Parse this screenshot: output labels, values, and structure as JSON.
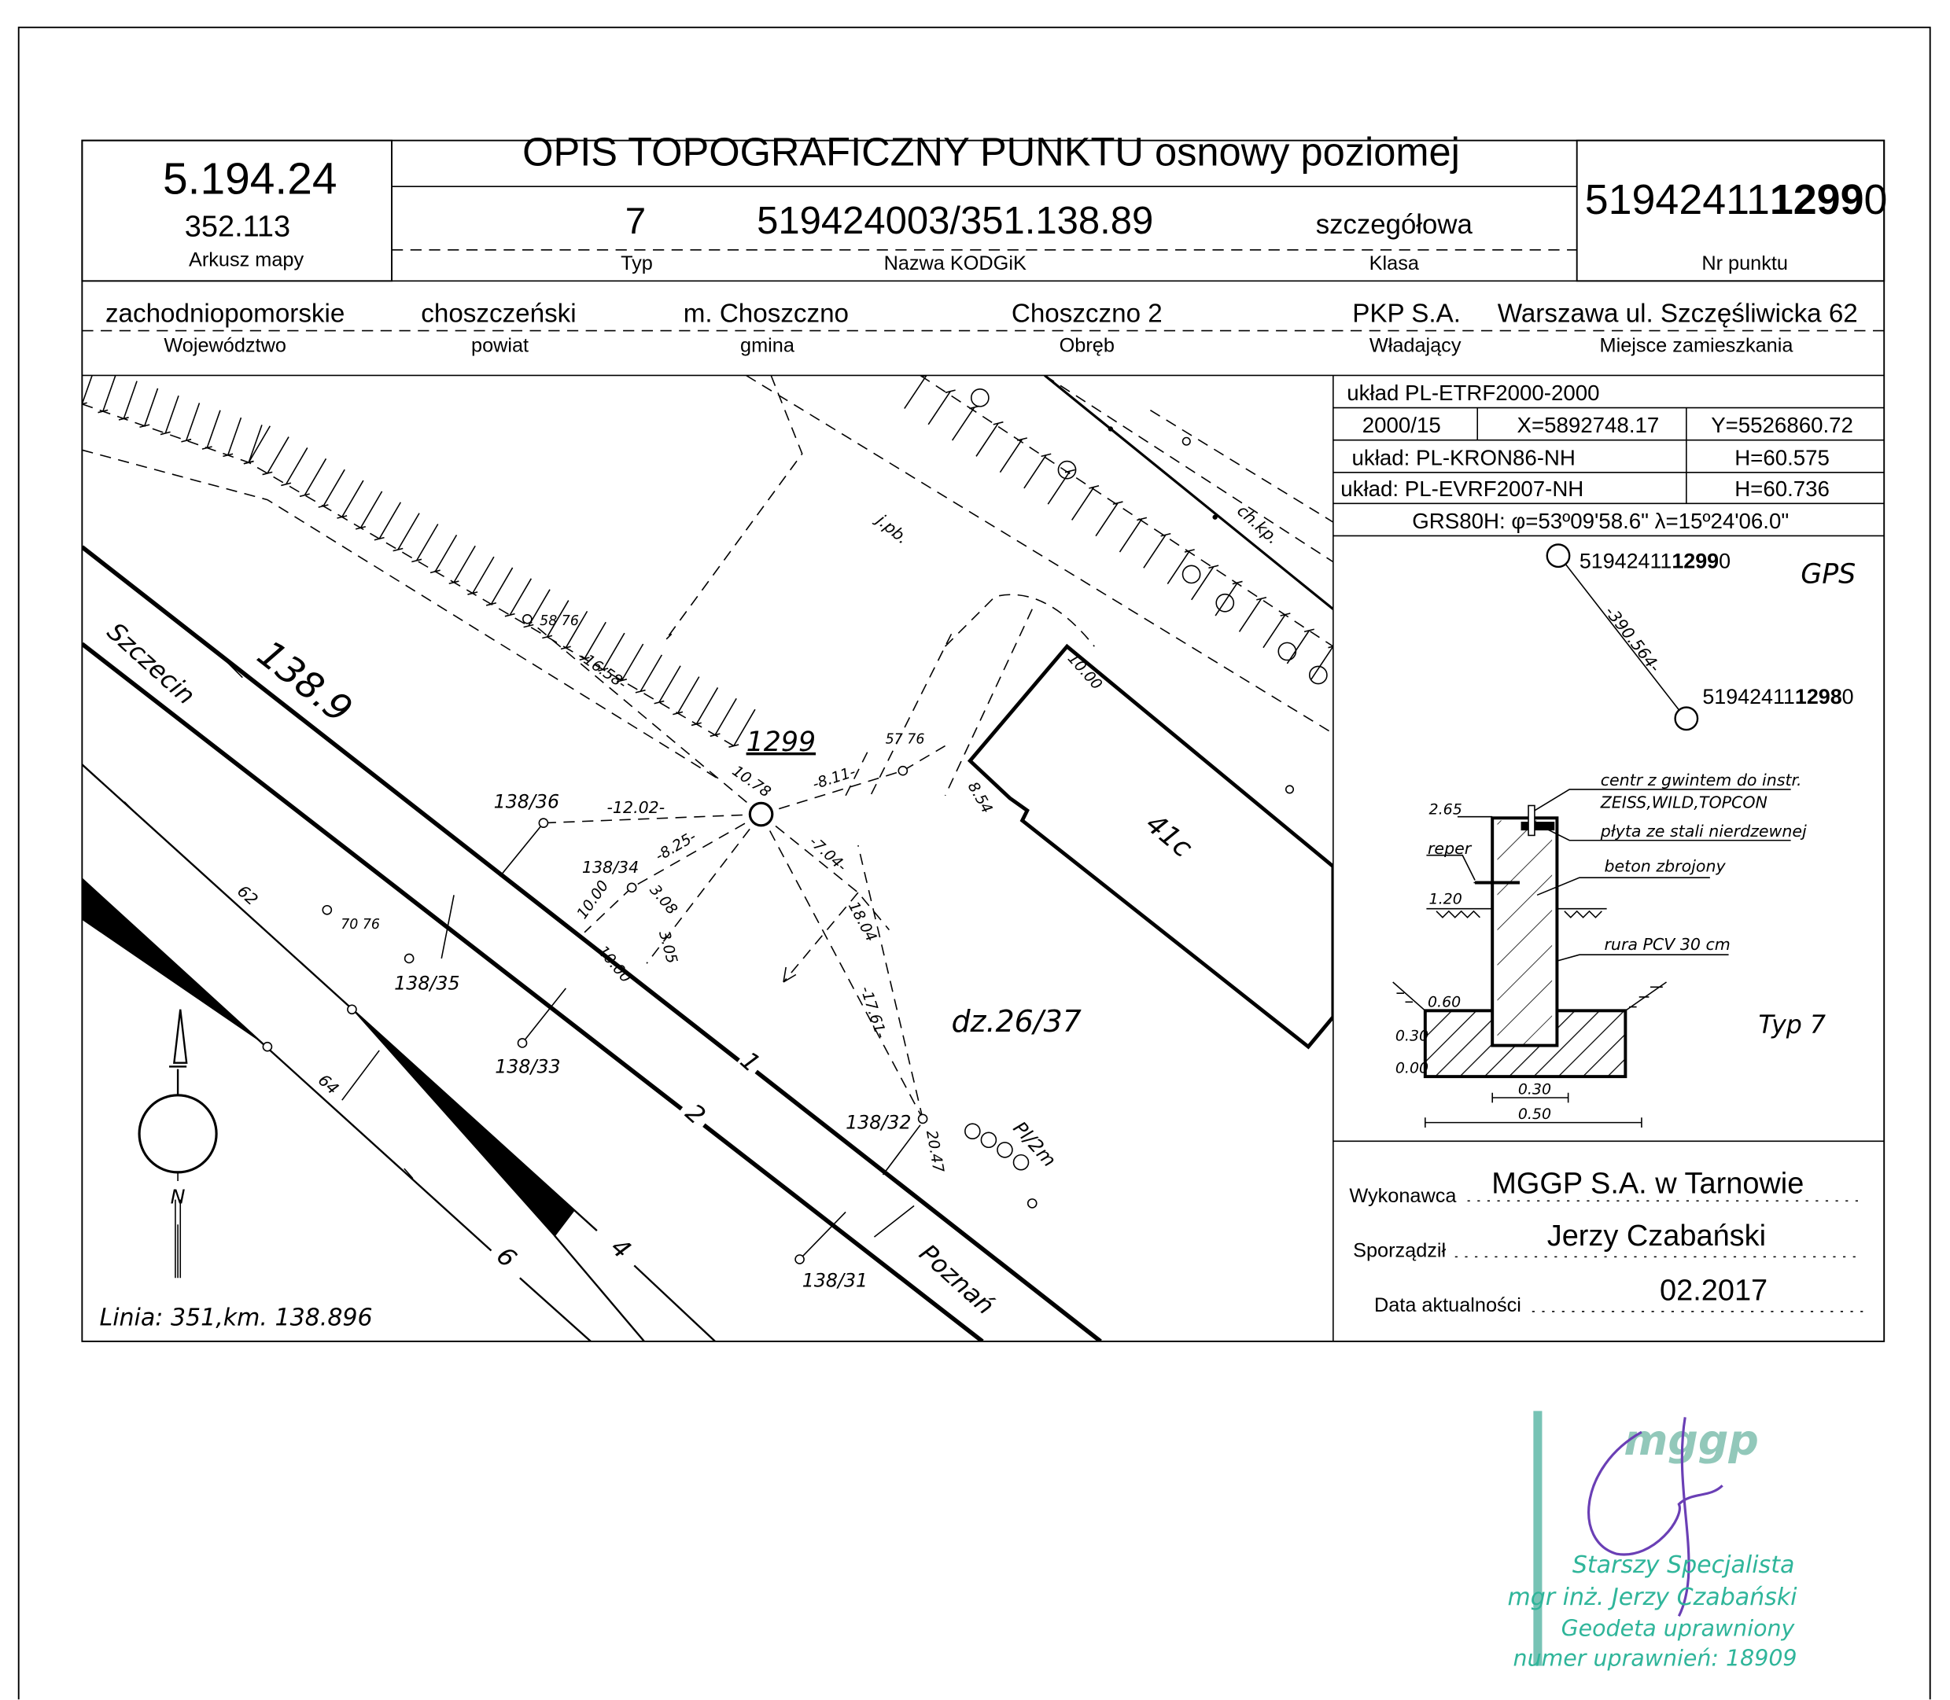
{
  "header": {
    "title": "OPIS TOPOGRAFICZNY PUNKTU osnowy poziomej",
    "map_sheet": "5.194.24",
    "map_sheet_sub": "352.113",
    "map_sheet_label": "Arkusz mapy",
    "type_value": "7",
    "type_label": "Typ",
    "kodgik_value": "519424003/351.138.89",
    "kodgik_label": "Nazwa KODGiK",
    "class_value": "szczegółowa",
    "class_label": "Klasa",
    "point_number": {
      "prefix": "51942411",
      "bold": "1299",
      "suffix": "0"
    },
    "point_number_label": "Nr punktu"
  },
  "location": [
    {
      "value": "zachodniopomorskie",
      "label": "Województwo"
    },
    {
      "value": "choszczeński",
      "label": "powiat"
    },
    {
      "value": "m. Choszczno",
      "label": "gmina"
    },
    {
      "value": "Choszczno 2",
      "label": "Obręb"
    },
    {
      "value": "PKP S.A.",
      "label": "Władający"
    },
    {
      "value": "Warszawa ul. Szczęśliwicka 62",
      "label": "Miejsce zamieszkania"
    }
  ],
  "coordinates": {
    "system": "układ PL-ETRF2000-2000",
    "zone": "2000/15",
    "x": "X=5892748.17",
    "y": "Y=5526860.72",
    "kron_label": "układ: PL-KRON86-NH",
    "kron_h": "H=60.575",
    "evrf_label": "układ: PL-EVRF2007-NH",
    "evrf_h": "H=60.736",
    "grs": "GRS80H: φ=53º09'58.6\" λ=15º24'06.0\""
  },
  "gps_sketch": {
    "point_a": {
      "prefix": "51942411",
      "bold": "1299",
      "suffix": "0"
    },
    "point_b": {
      "prefix": "51942411",
      "bold": "1298",
      "suffix": "0"
    },
    "distance": "-390.564-",
    "gps_label": "GPS"
  },
  "construction": {
    "centr_1": "centr z gwintem do instr.",
    "centr_2": "ZEISS,WILD,TOPCON",
    "plate": "płyta ze stali nierdzewnej",
    "concrete": "beton zbrojony",
    "pipe": "rura PCV 30 cm",
    "h265": "2.65",
    "reper": "reper",
    "h120": "1.20",
    "h060": "0.60",
    "h030": "0.30",
    "h000": "0.00",
    "w030": "0.30",
    "w050": "0.50",
    "type": "Typ 7"
  },
  "footer": {
    "contractor_label": "Wykonawca",
    "contractor": "MGGP S.A.  w Tarnowie",
    "author_label": "Sporządził",
    "author": "Jerzy Czabański",
    "date_label": "Data aktualności",
    "date": "02.2017"
  },
  "map": {
    "km": "138.9",
    "szczecin": "Szczecin",
    "poznan": "Poznań",
    "point": "1299",
    "parcel": "dz.26/37",
    "building": "41c",
    "jpb": "j.pb.",
    "chkp": "ch.kp.",
    "pl2m": "Pl/2m",
    "line_info": "Linia: 351,km. 138.896",
    "north": "N",
    "track_1": "1",
    "track_2": "2",
    "track_4": "4",
    "track_6": "6",
    "l62": "62",
    "l64": "64",
    "p13836": "138/36",
    "p13835": "138/35",
    "p13834": "138/34",
    "p13833": "138/33",
    "p13832": "138/32",
    "p13831": "138/31",
    "p5876": "58 76",
    "p5776": "57 76",
    "p7076": "70 76",
    "d1658": "-16.58-",
    "d1078": "10.78",
    "d1202": "-12.02-",
    "d811": "-8.11-",
    "d825": "-8.25-",
    "d704": "-7.04-",
    "d308": "3.08",
    "d305": "3.05",
    "d1000a": "10.00",
    "d1000b": "10.00",
    "d1000c": "10.00",
    "d854": "8.54",
    "d1804": "18.04",
    "d1761": "-17.61-",
    "d2047": "20.47"
  },
  "stamp": {
    "logo": "mggp",
    "line1": "Starszy Specjalista",
    "line2": "mgr inż. Jerzy Czabański",
    "line3": "Geodeta uprawniony",
    "line4": "numer uprawnień: 18909"
  }
}
